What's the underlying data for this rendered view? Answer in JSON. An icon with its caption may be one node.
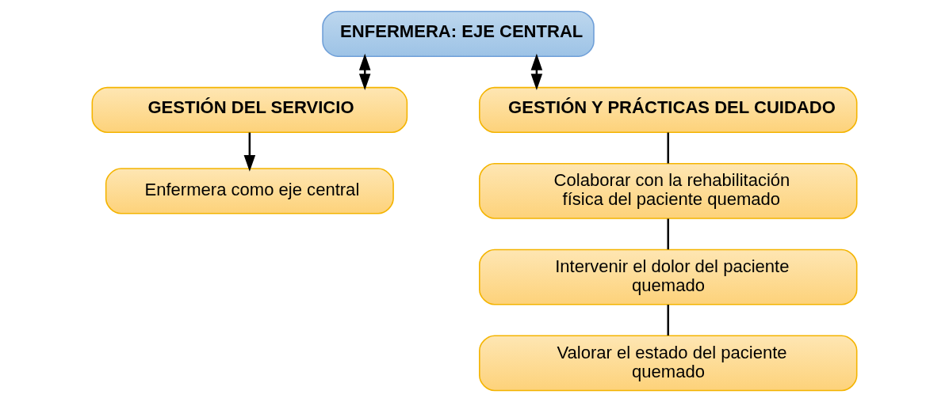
{
  "diagram": {
    "nodes": [
      {
        "text": [
          "ENFERMERA: EJE CENTRAL"
        ]
      },
      {
        "text": [
          "GESTIÓN DEL SERVICIO"
        ]
      },
      {
        "text": [
          "Enfermera como eje central"
        ]
      },
      {
        "text": [
          "GESTIÓN Y PRÁCTICAS DEL CUIDADO"
        ]
      },
      {
        "text": [
          "Colaborar con la rehabilitación física del paciente quemado"
        ]
      },
      {
        "text": [
          "Intervenir el dolor del paciente quemado"
        ]
      },
      {
        "text": [
          "Valorar el estado del paciente quemado"
        ]
      }
    ],
    "edges": [
      {
        "from": 0,
        "to": 1,
        "arrow": "both"
      },
      {
        "from": 0,
        "to": 3,
        "arrow": "both"
      },
      {
        "from": 1,
        "to": 2,
        "arrow": "to"
      },
      {
        "from": 3,
        "to": 4,
        "arrow": "none"
      },
      {
        "from": 4,
        "to": 5,
        "arrow": "none"
      },
      {
        "from": 5,
        "to": 6,
        "arrow": "none"
      }
    ]
  }
}
